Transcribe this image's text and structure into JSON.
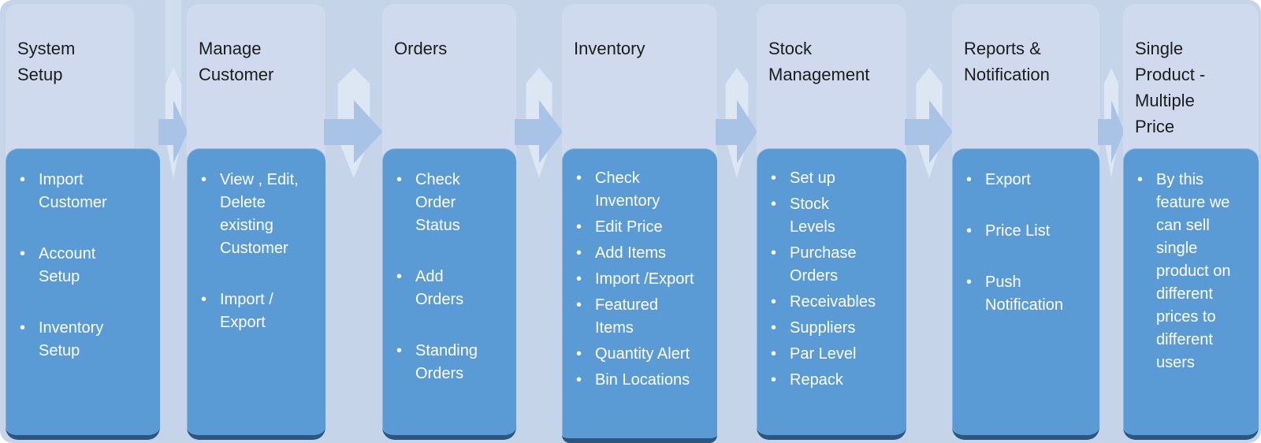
{
  "diagram": {
    "bullet": "•",
    "stages": [
      {
        "title": "System Setup",
        "items": [
          "Import Customer",
          "Account Setup",
          "Inventory Setup"
        ]
      },
      {
        "title": "Manage Customer",
        "items": [
          "View , Edit, Delete existing Customer",
          "Import / Export"
        ]
      },
      {
        "title": "Orders",
        "items": [
          "Check Order Status",
          "Add Orders",
          "Standing Orders"
        ]
      },
      {
        "title": "Inventory",
        "items": [
          "Check Inventory",
          "Edit Price",
          "Add Items",
          "Import /Export",
          "Featured Items",
          "Quantity Alert",
          "Bin Locations"
        ]
      },
      {
        "title": "Stock Management",
        "items": [
          "Set up",
          "Stock Levels",
          "Purchase Orders",
          "Receivables",
          "Suppliers",
          "Par Level",
          "Repack"
        ]
      },
      {
        "title": "Reports & Notification",
        "items": [
          "Export",
          "Price List",
          "Push Notification"
        ]
      },
      {
        "title": "Single Product - Multiple Price",
        "items": [
          "By this feature we can sell single product on different prices to different users"
        ]
      }
    ],
    "colors": {
      "background": "#c6d4ea",
      "header_box": "#cfdaee",
      "body_box": "#5b9bd5",
      "body_box_bottom_edge": "#2b567f",
      "arrow": "#a9c3e7",
      "arrow_ribbon": "#dde7f4",
      "title_text": "#1c1c1c",
      "item_text": "#ffffff"
    }
  }
}
